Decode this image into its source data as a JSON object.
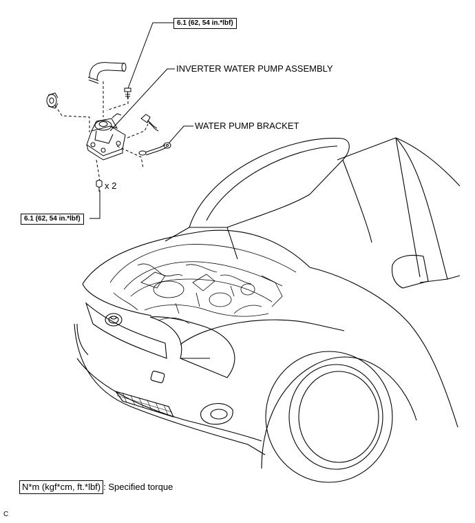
{
  "torque_top": "6.1 (62, 54 in.*lbf)",
  "torque_bottom": "6.1 (62, 54 in.*lbf)",
  "label_pump": "INVERTER WATER PUMP ASSEMBLY",
  "label_bracket": "WATER PUMP BRACKET",
  "bolt_quantity": "x 2",
  "legend": {
    "units": "N*m (kgf*cm, ft.*lbf)",
    "description": ": Specified torque"
  },
  "figure_code": "C"
}
